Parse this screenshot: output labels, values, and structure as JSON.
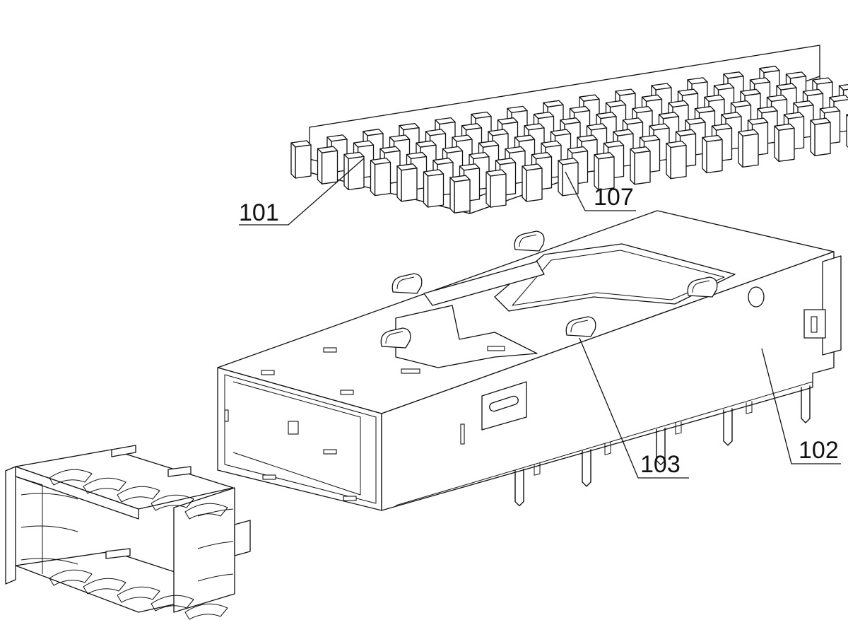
{
  "labels": {
    "heat_sink": "101",
    "fin_array": "107",
    "clip": "103",
    "cage": "102"
  }
}
